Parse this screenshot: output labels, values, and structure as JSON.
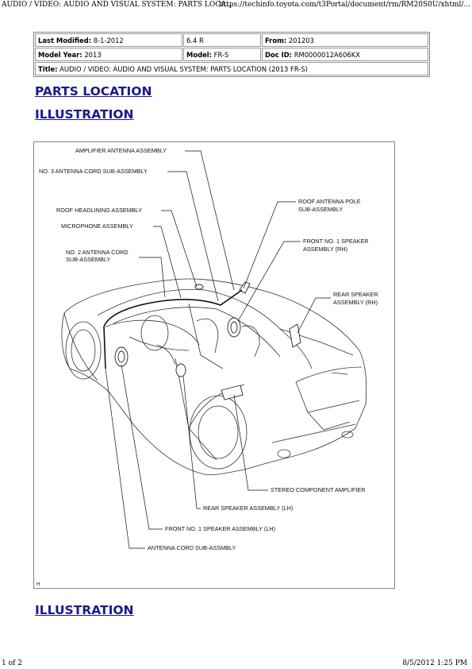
{
  "browser": {
    "header_title": "AUDIO / VIDEO: AUDIO AND VISUAL SYSTEM: PARTS LOCA...",
    "header_url": "https://techinfo.toyota.com/t3Portal/document/rm/RM20S0U/xhtml/...",
    "footer_page": "1 of 2",
    "footer_datetime": "8/5/2012 1:25 PM"
  },
  "meta": {
    "last_modified_label": "Last Modified:",
    "last_modified_value": "8-1-2012",
    "version": "6.4 R",
    "from_label": "From:",
    "from_value": "201203",
    "model_year_label": "Model Year:",
    "model_year_value": "2013",
    "model_label": "Model:",
    "model_value": "FR-S",
    "doc_id_label": "Doc ID:",
    "doc_id_value": "RM0000012A606KX",
    "title_label": "Title:",
    "title_value": "AUDIO / VIDEO: AUDIO AND VISUAL SYSTEM: PARTS LOCATION (2013 FR-S)"
  },
  "sections": {
    "parts_location": "PARTS LOCATION",
    "illustration_1": "ILLUSTRATION",
    "illustration_2": "ILLUSTRATION"
  },
  "figure": {
    "labels": {
      "amplifier_antenna": "AMPLIFIER ANTENNA ASSEMBLY",
      "no3_antenna_cord": "NO. 3 ANTENNA CORD SUB-ASSEMBLY",
      "roof_headlining": "ROOF HEADLINING ASSEMBLY",
      "microphone": "MICROPHONE ASSEMBLY",
      "no2_antenna_cord_1": "NO. 2 ANTENNA CORD",
      "no2_antenna_cord_2": "SUB-ASSEMBLY",
      "roof_antenna_pole_1": "ROOF ANTENNA POLE",
      "roof_antenna_pole_2": "SUB-ASSEMBLY",
      "front_no1_rh_1": "FRONT NO. 1 SPEAKER",
      "front_no1_rh_2": "ASSEMBLY (RH)",
      "rear_speaker_rh_1": "REAR SPEAKER",
      "rear_speaker_rh_2": "ASSEMBLY (RH)",
      "stereo_amplifier": "STEREO COMPONENT AMPLIFIER",
      "rear_speaker_lh": "REAR SPEAKER ASSEMBLY (LH)",
      "front_no1_lh": "FRONT NO. 1 SPEAKER ASSEMBLY (LH)",
      "antenna_cord": "ANTENNA CORD SUB-ASSMBLY",
      "corner_mark": "H"
    }
  }
}
